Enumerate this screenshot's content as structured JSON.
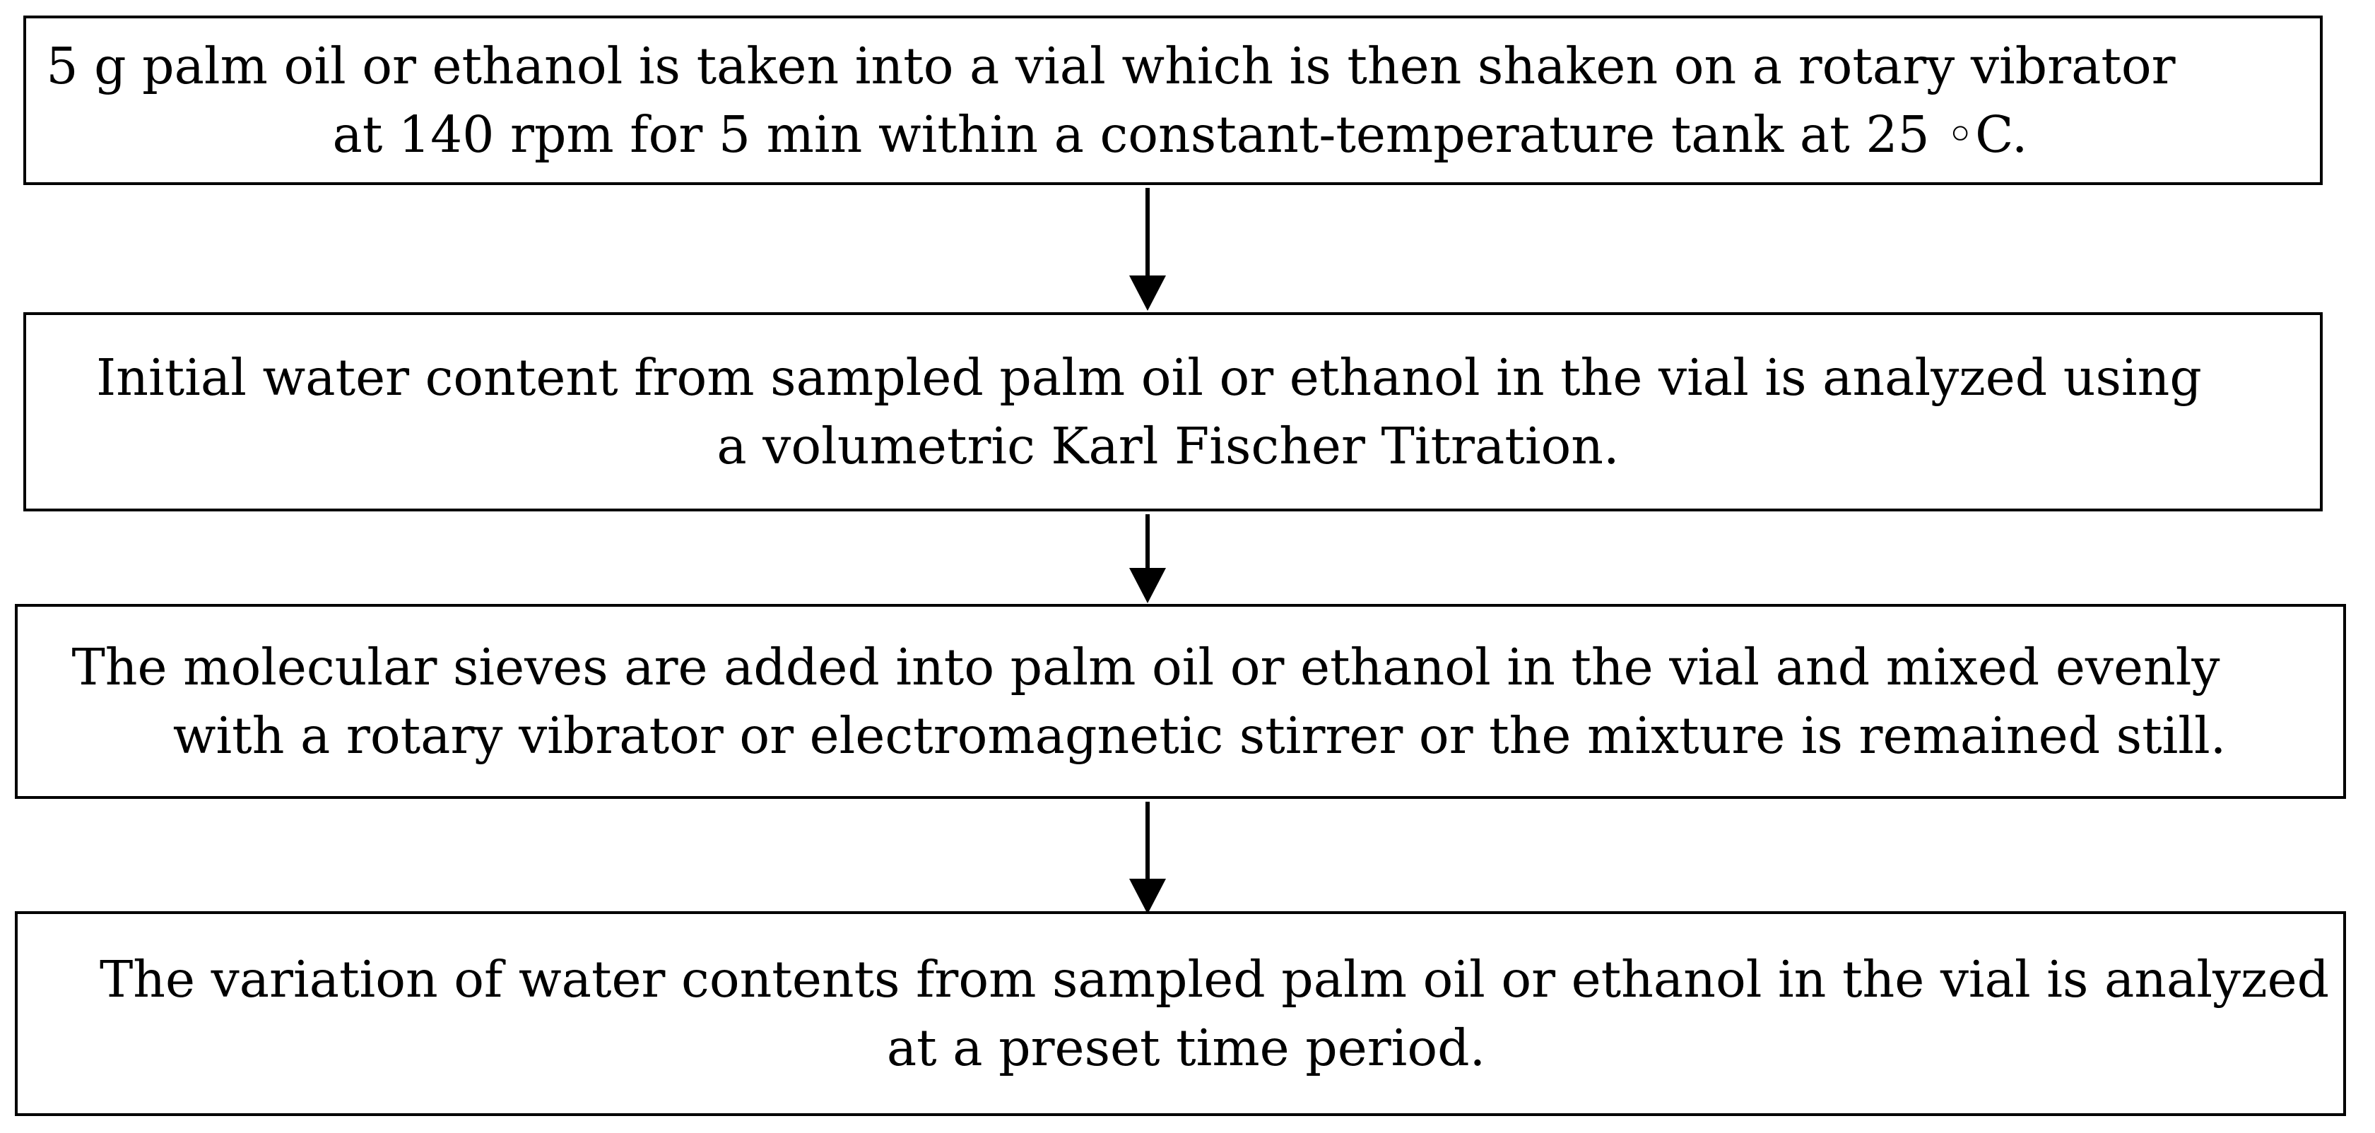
{
  "steps": [
    {
      "line1": "5 g palm oil or ethanol is taken into a vial which is then shaken on a rotary vibrator",
      "line2": "at 140 rpm for 5 min within a constant-temperature tank at 25 ◦C."
    },
    {
      "line1": "Initial water content from sampled palm oil or ethanol in the vial is analyzed using",
      "line2": "a volumetric Karl Fischer Titration."
    },
    {
      "line1": "The molecular sieves are added into palm oil or ethanol in the vial and mixed evenly",
      "line2": "with a rotary vibrator or electromagnetic stirrer or the mixture is remained still."
    },
    {
      "line1": "The variation of water contents from sampled palm oil or ethanol in the vial is analyzed",
      "line2": "at a preset time period."
    }
  ],
  "colors": {
    "line": "#000000",
    "background": "#ffffff",
    "text": "#000000"
  }
}
